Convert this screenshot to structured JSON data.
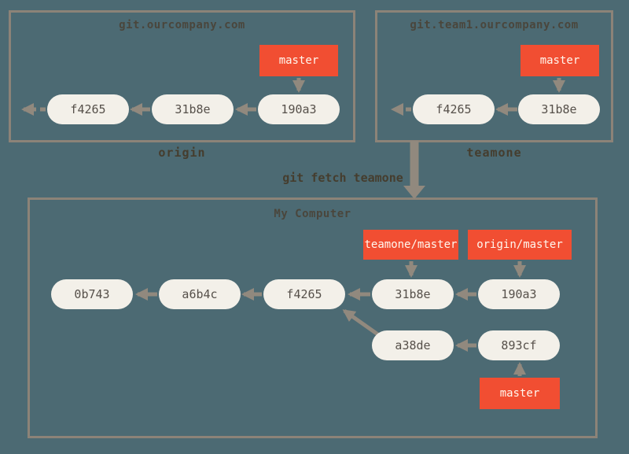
{
  "remotes": [
    {
      "title": "git.ourcompany.com",
      "name": "origin",
      "branch_ref": "master",
      "commits": [
        "f4265",
        "31b8e",
        "190a3"
      ]
    },
    {
      "title": "git.team1.ourcompany.com",
      "name": "teamone",
      "branch_ref": "master",
      "commits": [
        "f4265",
        "31b8e"
      ]
    }
  ],
  "command": "git fetch teamone",
  "local": {
    "title": "My Computer",
    "remote_refs": [
      "teamone/master",
      "origin/master"
    ],
    "branch_ref": "master",
    "main_commits": [
      "0b743",
      "a6b4c",
      "f4265",
      "31b8e",
      "190a3"
    ],
    "side_commits": [
      "a38de",
      "893cf"
    ]
  },
  "colors": {
    "background": "#4c6a73",
    "box_border": "#8c8378",
    "commit_fill": "#f3f0e9",
    "commit_text": "#56504a",
    "ref_fill": "#f14e32",
    "ref_text": "#fff7ee",
    "arrow": "#91897e",
    "label_text": "#453d2e"
  }
}
